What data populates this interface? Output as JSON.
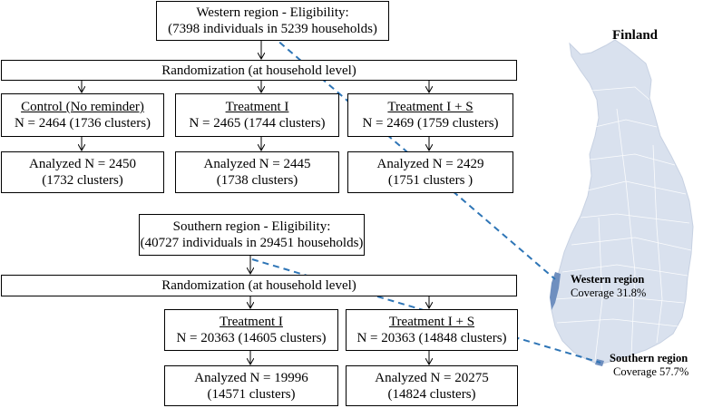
{
  "western": {
    "eligibility": {
      "line1": "Western region - Eligibility:",
      "line2": "(7398 individuals  in 5239 households)"
    },
    "randomization": "Randomization (at household level)",
    "arms": [
      {
        "name": "Control (No reminder)",
        "n": "N = 2464 (1736 clusters)",
        "analyzed": "Analyzed N = 2450",
        "clusters": "(1732 clusters)"
      },
      {
        "name": "Treatment I",
        "n": "N = 2465 (1744 clusters)",
        "analyzed": "Analyzed N = 2445",
        "clusters": "(1738 clusters)"
      },
      {
        "name": "Treatment I + S",
        "n": "N = 2469 (1759 clusters)",
        "analyzed": "Analyzed N = 2429",
        "clusters": "(1751 clusters )"
      }
    ]
  },
  "southern": {
    "eligibility": {
      "line1": "Southern region - Eligibility:",
      "line2": "(40727 individuals in 29451 households)"
    },
    "randomization": "Randomization (at household level)",
    "arms": [
      {
        "name": "Treatment I",
        "n": "N = 20363 (14605 clusters)",
        "analyzed": "Analyzed N = 19996",
        "clusters": "(14571 clusters)"
      },
      {
        "name": "Treatment I + S",
        "n": "N = 20363 (14848 clusters)",
        "analyzed": "Analyzed N = 20275",
        "clusters": "(14824 clusters)"
      }
    ]
  },
  "map": {
    "title": "Finland",
    "western_label": "Western region",
    "western_coverage": "Coverage 31.8%",
    "southern_label": "Southern region",
    "southern_coverage": "Coverage 57.7%"
  },
  "colors": {
    "map_fill": "#d9e1ee",
    "map_border": "#ffffff",
    "region_highlight": "#6f8fbf",
    "dashed_line": "#2e75b6"
  }
}
